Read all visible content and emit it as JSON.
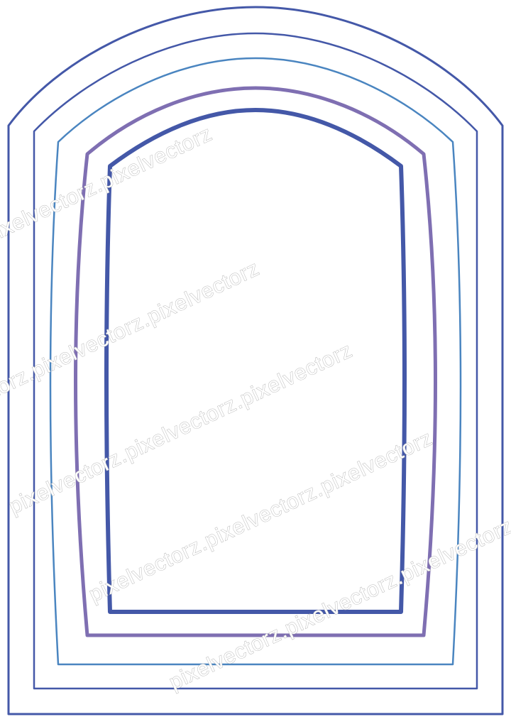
{
  "artwork": {
    "frames": [
      {
        "name": "outer-frame",
        "color": "#4458a8"
      },
      {
        "name": "second-frame",
        "color": "#4458a8"
      },
      {
        "name": "third-frame",
        "color": "#4a85c0"
      },
      {
        "name": "fourth-frame",
        "color": "#7f6fb2"
      },
      {
        "name": "inner-frame",
        "color": "#4458a8"
      }
    ],
    "watermark": {
      "text": "pixelvectorz.pixelvectorz.pixelvectorz",
      "stroke_color": "#b9b9b9"
    }
  }
}
